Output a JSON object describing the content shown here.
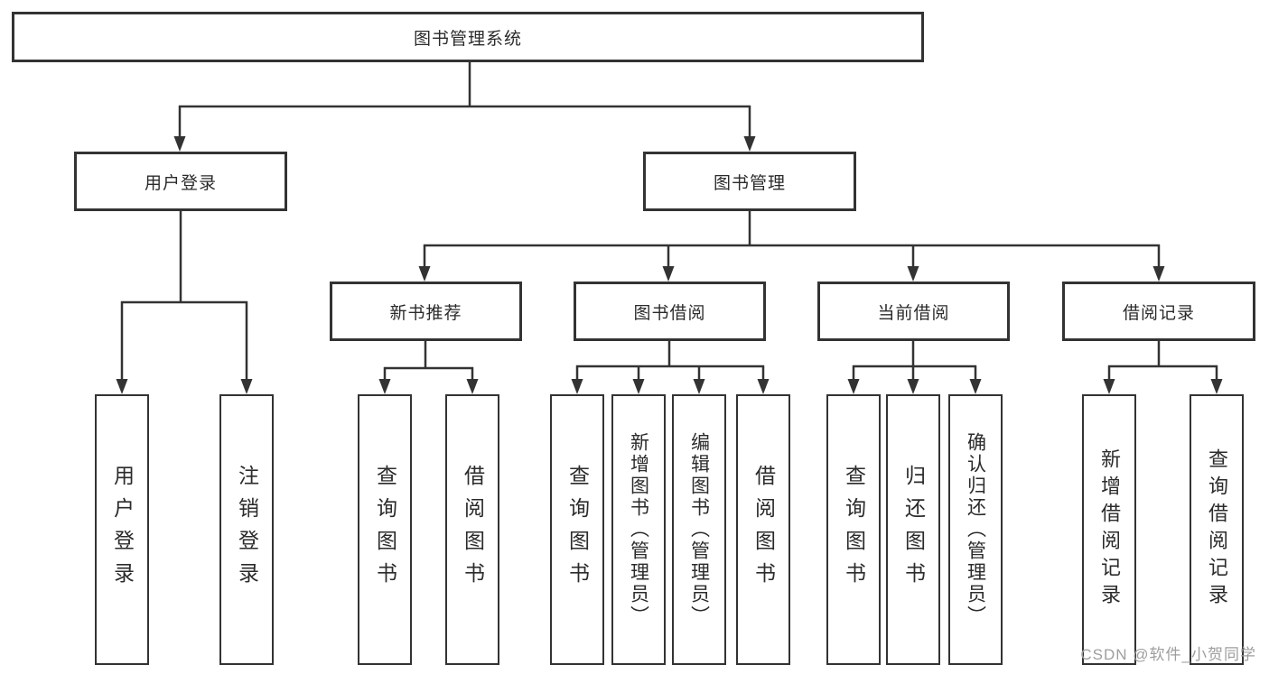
{
  "diagram": {
    "root": {
      "label": "图书管理系统"
    },
    "level2": [
      {
        "label": "用户登录"
      },
      {
        "label": "图书管理"
      }
    ],
    "level3": [
      {
        "label": "新书推荐"
      },
      {
        "label": "图书借阅"
      },
      {
        "label": "当前借阅"
      },
      {
        "label": "借阅记录"
      }
    ],
    "leaves": [
      {
        "label": "用户登录"
      },
      {
        "label": "注销登录"
      },
      {
        "label": "查询图书"
      },
      {
        "label": "借阅图书"
      },
      {
        "label": "查询图书"
      },
      {
        "label": "新增图书（管理员）"
      },
      {
        "label": "编辑图书（管理员）"
      },
      {
        "label": "借阅图书"
      },
      {
        "label": "查询图书"
      },
      {
        "label": "归还图书"
      },
      {
        "label": "确认归还（管理员）"
      },
      {
        "label": "新增借阅记录"
      },
      {
        "label": "查询借阅记录"
      }
    ]
  },
  "watermark": {
    "text": "CSDN @软件_小贺同学",
    "color": "#9e9e9e"
  },
  "colors": {
    "line": "#333333",
    "text": "#2b2b2b",
    "background": "#ffffff"
  }
}
